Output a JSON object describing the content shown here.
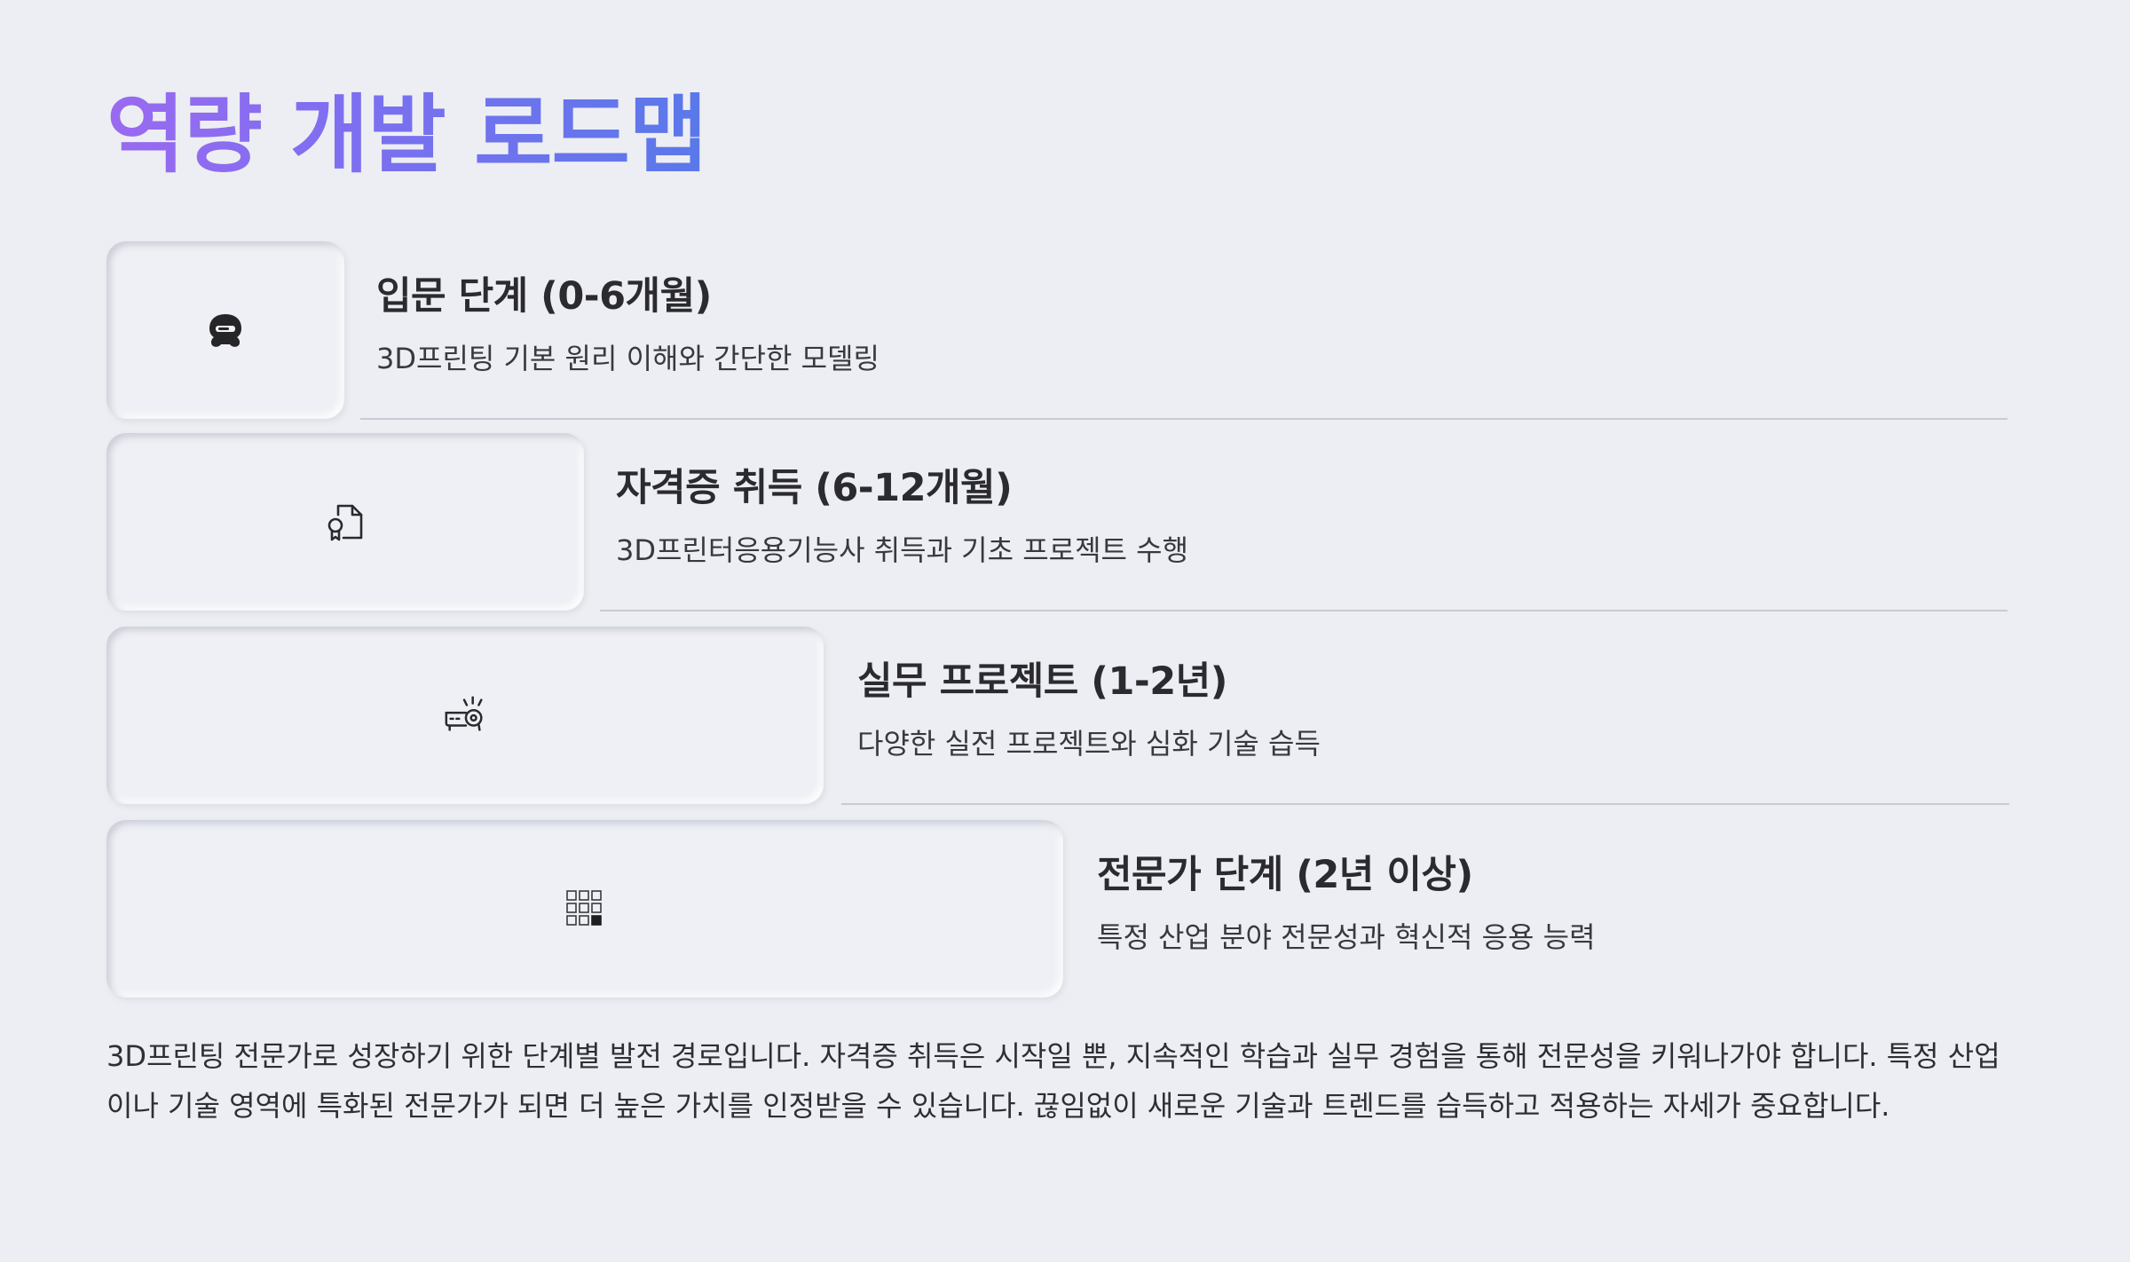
{
  "title": "역량 개발 로드맵",
  "steps": [
    {
      "icon": "hooded-person-icon",
      "title": "입문 단계 (0-6개월)",
      "description": "3D프린팅 기본 원리 이해와 간단한 모델링"
    },
    {
      "icon": "certificate-document-icon",
      "title": "자격증 취득 (6-12개월)",
      "description": "3D프린터응용기능사 취득과 기초 프로젝트 수행"
    },
    {
      "icon": "projector-icon",
      "title": "실무 프로젝트 (1-2년)",
      "description": "다양한 실전 프로젝트와 심화 기술 습득"
    },
    {
      "icon": "grid-squares-icon",
      "title": "전문가 단계 (2년 이상)",
      "description": "특정 산업 분야 전문성과 혁신적 응용 능력"
    }
  ],
  "summary": "3D프린팅 전문가로 성장하기 위한 단계별 발전 경로입니다. 자격증 취득은 시작일 뿐, 지속적인 학습과 실무 경험을 통해 전문성을 키워나가야 합니다. 특정 산업이나 기술 영역에 특화된 전문가가 되면 더 높은 가치를 인정받을 수 있습니다. 끊임없이 새로운 기술과 트렌드를 습득하고 적용하는 자세가 중요합니다."
}
